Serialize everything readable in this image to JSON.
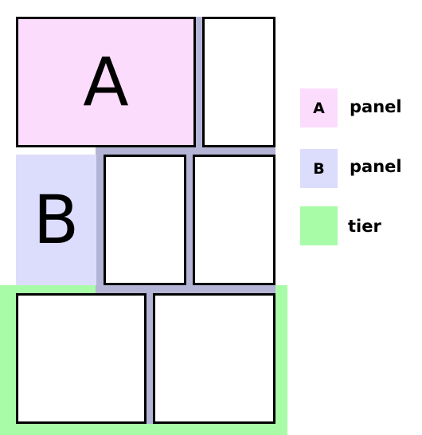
{
  "colors": {
    "panel_a": "#fcdcfc",
    "panel_b": "#dcdcfc",
    "tier": "#a8fca8",
    "gutter": "#b4b4d6",
    "frame_border": "#000000",
    "frame_fill": "#ffffff"
  },
  "diagram": {
    "panel_a_label": "A",
    "panel_b_label": "B"
  },
  "legend": [
    {
      "key": "A",
      "label": "panel",
      "color": "#fcdcfc"
    },
    {
      "key": "B",
      "label": "panel",
      "color": "#dcdcfc"
    },
    {
      "key": "",
      "label": "tier",
      "color": "#a8fca8"
    }
  ]
}
